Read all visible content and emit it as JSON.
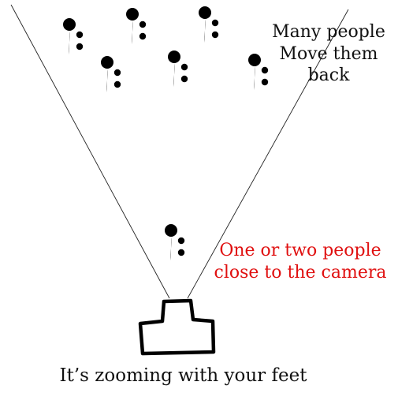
{
  "diagram": {
    "crowd_label": [
      "Many people",
      "Move them",
      "back"
    ],
    "near_label": [
      "One or two people",
      "close to the camera"
    ],
    "caption": "It’s zooming with your feet",
    "colors": {
      "ink": "#000000",
      "accent": "#e01010",
      "background": "#ffffff"
    },
    "icons": {
      "person": "stick-figure-icon",
      "camera": "camera-icon"
    }
  }
}
